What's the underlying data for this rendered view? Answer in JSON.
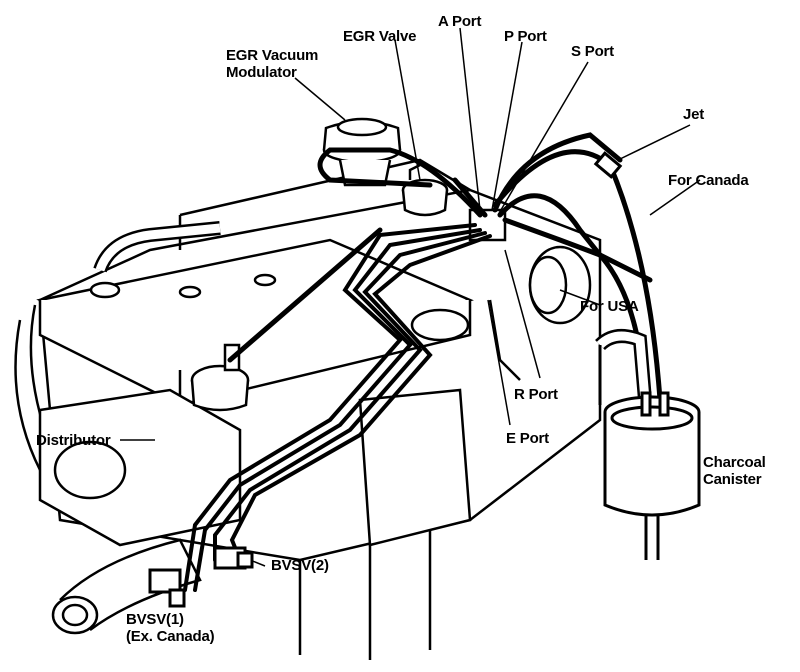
{
  "labels": {
    "egr_vacuum_modulator": {
      "line1": "EGR Vacuum",
      "line2": "Modulator"
    },
    "egr_valve": "EGR Valve",
    "a_port": "A Port",
    "p_port": "P Port",
    "s_port": "S Port",
    "jet": "Jet",
    "for_canada": "For Canada",
    "for_usa": "For USA",
    "r_port": "R Port",
    "e_port": "E Port",
    "distributor": "Distributor",
    "charcoal_canister": {
      "line1": "Charcoal",
      "line2": "Canister"
    },
    "bvsv2": "BVSV(2)",
    "bvsv1": {
      "line1": "BVSV(1)",
      "line2": "(Ex. Canada)"
    }
  }
}
